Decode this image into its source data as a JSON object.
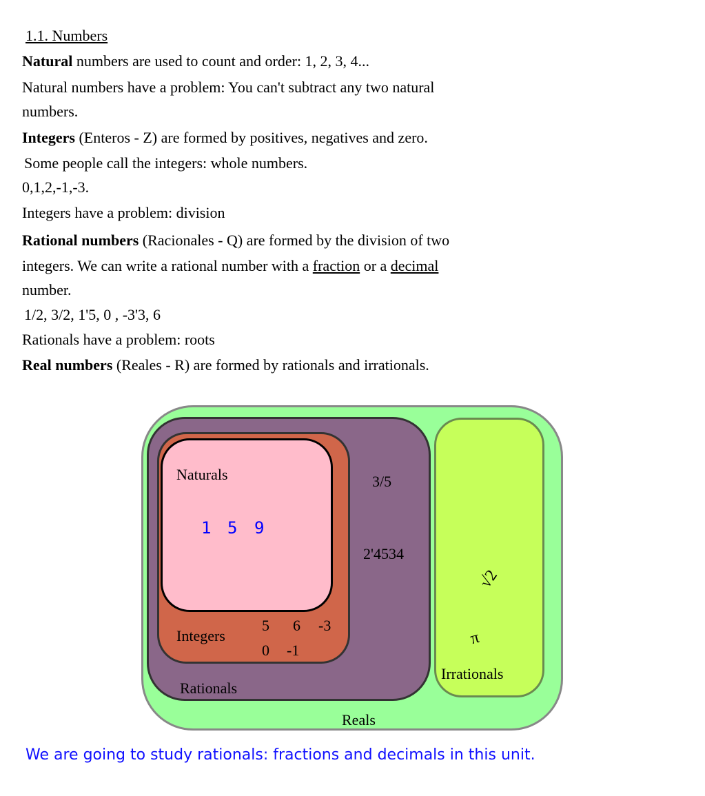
{
  "heading": "1.1. Numbers",
  "paragraphs": {
    "natural_bold": "Natural",
    "natural_rest": " numbers are used to count and order: 1, 2, 3, 4...",
    "natural_problem_1": "Natural numbers have a problem: You can't subtract any two natural",
    "natural_problem_2": "numbers.",
    "integers_bold": "Integers",
    "integers_rest": " (Enteros - Z) are formed by positives,  negatives and zero.",
    "integers_whole": "Some people call the integers: whole numbers.",
    "integers_examples": "0,1,2,-1,-3.",
    "integers_problem": "Integers have a problem: division",
    "rational_bold": "Rational numbers",
    "rational_rest": " (Racionales - Q) are formed by the division of two",
    "rational_2a": "integers. We can write a rational number with a ",
    "rational_fraction": "fraction",
    "rational_2b": " or a ",
    "rational_decimal": "decimal",
    "rational_3": "number.",
    "rational_examples": "1/2, 3/2, 1'5, 0 , -3'3, 6",
    "rational_problem": "Rationals have a problem: roots",
    "real_bold": "Real numbers",
    "real_rest": " (Reales - R) are formed by rationals and irrationals."
  },
  "diagram": {
    "reals": {
      "label": "Reals",
      "color": "#99ff99"
    },
    "rationals": {
      "label": "Rationals",
      "color": "#8a6789",
      "examples": [
        "3/5",
        "2'4534"
      ]
    },
    "integers": {
      "label": "Integers",
      "color": "#d0664a",
      "examples": [
        "5",
        "6",
        "-3",
        "0",
        "-1"
      ]
    },
    "naturals": {
      "label": "Naturals",
      "color": "#ffbccb",
      "examples": [
        "1",
        "5",
        "9"
      ]
    },
    "irrationals": {
      "label": "Irrationals",
      "color": "#c6ff5a",
      "examples": [
        "√2",
        "π"
      ]
    }
  },
  "footer": "We are going to study rationals: fractions and decimals in this unit."
}
